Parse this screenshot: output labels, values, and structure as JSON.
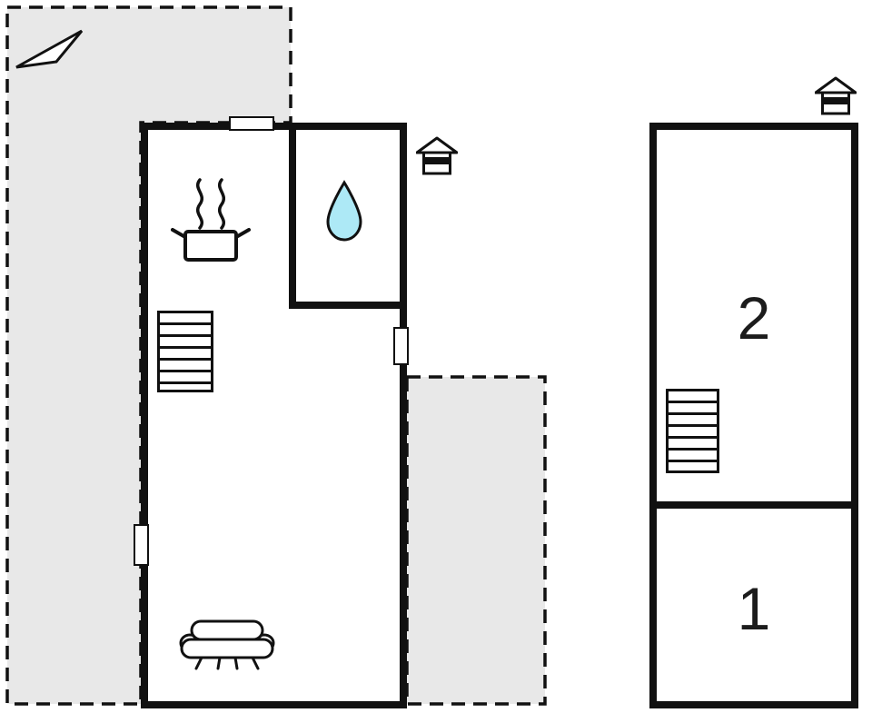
{
  "plan": {
    "colors": {
      "wall": "#111111",
      "terrace_fill": "#e8e8e8",
      "terrace_outline": "#111111",
      "water_drop": "#ade9f6",
      "background": "#ffffff"
    },
    "left_unit": {
      "icons": {
        "north_arrow": "north-arrow",
        "stove": "stove-with-steam",
        "water_drop": "water-drop",
        "stairs": "staircase",
        "sofa": "sofa",
        "house_marker": "house-marker",
        "window": "window",
        "door_upper": "door",
        "door_lower": "door"
      }
    },
    "right_unit": {
      "rooms": [
        {
          "label": "2"
        },
        {
          "label": "1"
        }
      ],
      "icons": {
        "stairs": "staircase",
        "house_marker": "house-marker"
      }
    }
  }
}
